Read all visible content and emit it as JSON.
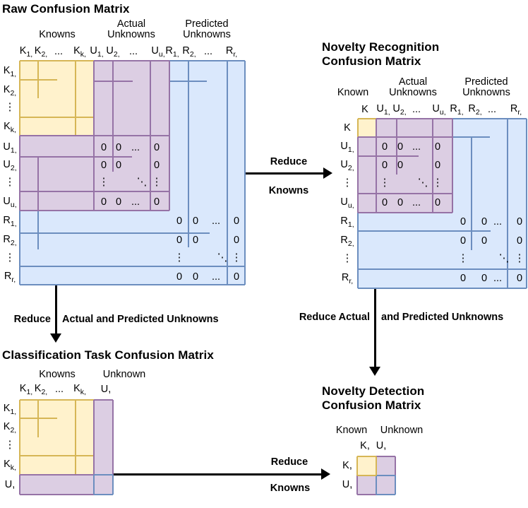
{
  "colors": {
    "yellow_fill": "#FFF2CC",
    "yellow_line": "#D6B656",
    "purple_fill": "#DCCEE3",
    "purple_line": "#9673A6",
    "blue_fill": "#DAE8FC",
    "blue_line": "#6C8EBF",
    "arrow": "#000000"
  },
  "titles": {
    "raw": "Raw Confusion Matrix",
    "recognition": [
      "Novelty Recognition",
      "Confusion Matrix"
    ],
    "classification": "Classification Task Confusion Matrix",
    "detection": [
      "Novelty Detection",
      "Confusion Matrix"
    ]
  },
  "zero_pattern": [
    [
      "0",
      "0",
      "...",
      "0"
    ],
    [
      "0",
      "0",
      "",
      "0"
    ],
    [
      "⋮",
      "",
      "⋱",
      "⋮"
    ],
    [
      "0",
      "0",
      "...",
      "0"
    ]
  ],
  "matrices": {
    "raw": {
      "group_headers": [
        [
          "Knowns"
        ],
        [
          "Actual",
          "Unknowns"
        ],
        [
          "Predicted",
          "Unknowns"
        ]
      ],
      "col_labels": [
        {
          "b": "K",
          "s": "1,"
        },
        {
          "b": "K",
          "s": "2,"
        },
        {
          "b": "..."
        },
        {
          "b": "K",
          "s": "k,"
        },
        {
          "b": "U",
          "s": "1,"
        },
        {
          "b": "U",
          "s": "2,"
        },
        {
          "b": "..."
        },
        {
          "b": "U",
          "s": "u,"
        },
        {
          "b": "R",
          "s": "1,"
        },
        {
          "b": "R",
          "s": "2,"
        },
        {
          "b": "..."
        },
        {
          "b": "R",
          "s": "r,"
        }
      ],
      "row_labels": [
        {
          "b": "K",
          "s": "1,"
        },
        {
          "b": "K",
          "s": "2,"
        },
        {
          "b": "⋮"
        },
        {
          "b": "K",
          "s": "k,"
        },
        {
          "b": "U",
          "s": "1,"
        },
        {
          "b": "U",
          "s": "2,"
        },
        {
          "b": "⋮"
        },
        {
          "b": "U",
          "s": "u,"
        },
        {
          "b": "R",
          "s": "1,"
        },
        {
          "b": "R",
          "s": "2,"
        },
        {
          "b": "⋮"
        },
        {
          "b": "R",
          "s": "r,"
        }
      ]
    },
    "recognition": {
      "group_headers": [
        [
          "Known"
        ],
        [
          "Actual",
          "Unknowns"
        ],
        [
          "Predicted",
          "Unknowns"
        ]
      ],
      "col_labels": [
        {
          "b": "K"
        },
        {
          "b": "U",
          "s": "1,"
        },
        {
          "b": "U",
          "s": "2,"
        },
        {
          "b": "..."
        },
        {
          "b": "U",
          "s": "u,"
        },
        {
          "b": "R",
          "s": "1,"
        },
        {
          "b": "R",
          "s": "2,"
        },
        {
          "b": "..."
        },
        {
          "b": "R",
          "s": "r,"
        }
      ],
      "row_labels": [
        {
          "b": "K"
        },
        {
          "b": "U",
          "s": "1,"
        },
        {
          "b": "U",
          "s": "2,"
        },
        {
          "b": "⋮"
        },
        {
          "b": "U",
          "s": "u,"
        },
        {
          "b": "R",
          "s": "1,"
        },
        {
          "b": "R",
          "s": "2,"
        },
        {
          "b": "⋮"
        },
        {
          "b": "R",
          "s": "r,"
        }
      ]
    },
    "classification": {
      "group_headers": [
        [
          "Knowns"
        ],
        [
          "Unknown"
        ]
      ],
      "col_labels": [
        {
          "b": "K",
          "s": "1,"
        },
        {
          "b": "K",
          "s": "2,"
        },
        {
          "b": "..."
        },
        {
          "b": "K",
          "s": "k,"
        },
        {
          "b": "U,"
        }
      ],
      "row_labels": [
        {
          "b": "K",
          "s": "1,"
        },
        {
          "b": "K",
          "s": "2,"
        },
        {
          "b": "⋮"
        },
        {
          "b": "K",
          "s": "k,"
        },
        {
          "b": "U,"
        }
      ]
    },
    "detection": {
      "group_headers": [
        [
          "Known"
        ],
        [
          "Unknown"
        ]
      ],
      "col_labels": [
        {
          "b": "K,"
        },
        {
          "b": "U,"
        }
      ],
      "row_labels": [
        {
          "b": "K,"
        },
        {
          "b": "U,"
        }
      ]
    }
  },
  "arrows": {
    "raw_to_recognition": {
      "top": "Reduce",
      "bottom": "Knowns"
    },
    "raw_to_classification": {
      "left": "Reduce",
      "right": "Actual and Predicted Unknowns"
    },
    "recognition_to_detection": {
      "left": "Reduce Actual",
      "right": "and Predicted Unknowns"
    },
    "classification_to_detection": {
      "top": "Reduce",
      "bottom": "Knowns"
    }
  }
}
